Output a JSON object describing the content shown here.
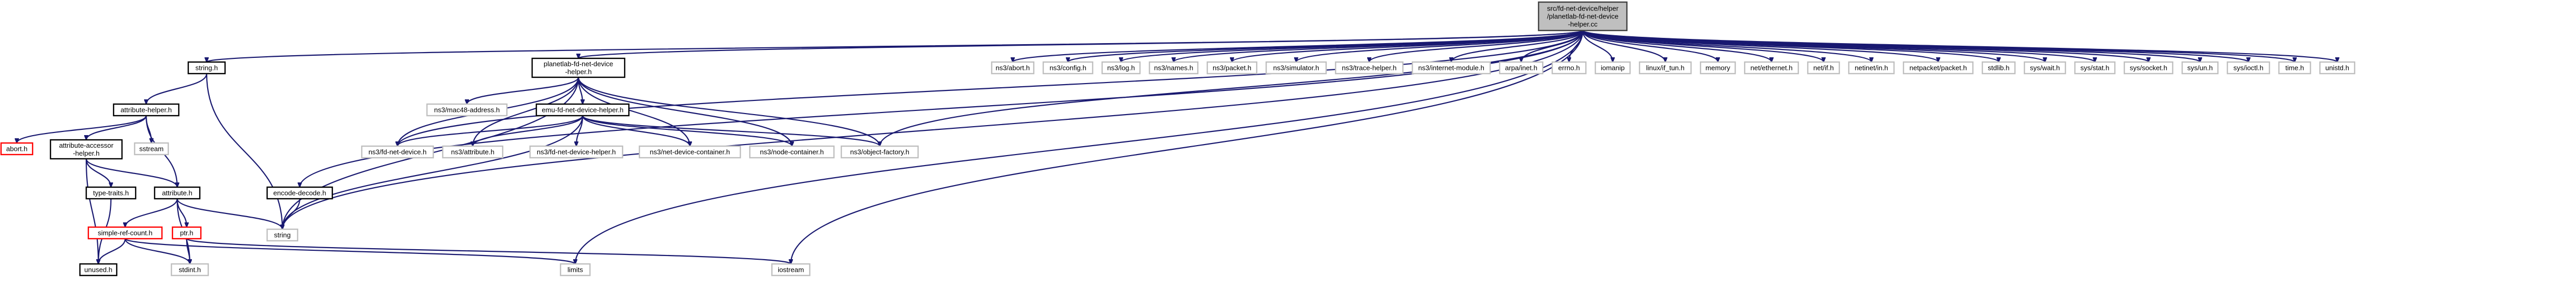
{
  "colors": {
    "edge": "#191970",
    "root_fill": "#bfbfbf",
    "root_stroke": "#404040",
    "normal_stroke": "#000000",
    "external_stroke": "#bfbfbf",
    "missing_stroke": "#ff0000",
    "node_fill": "#ffffff"
  },
  "nodes": {
    "root": [
      "src/fd-net-device/helper",
      "/planetlab-fd-net-device",
      "-helper.cc"
    ],
    "string_h": [
      "string.h"
    ],
    "planetlab_helper_h": [
      "planetlab-fd-net-device",
      "-helper.h"
    ],
    "ns3_abort_h": [
      "ns3/abort.h"
    ],
    "ns3_config_h": [
      "ns3/config.h"
    ],
    "ns3_log_h": [
      "ns3/log.h"
    ],
    "ns3_names_h": [
      "ns3/names.h"
    ],
    "ns3_packet_h": [
      "ns3/packet.h"
    ],
    "ns3_simulator_h": [
      "ns3/simulator.h"
    ],
    "ns3_trace_helper_h": [
      "ns3/trace-helper.h"
    ],
    "ns3_internet_module_h": [
      "ns3/internet-module.h"
    ],
    "arpa_inet_h": [
      "arpa/inet.h"
    ],
    "errno_h": [
      "errno.h"
    ],
    "iomanip": [
      "iomanip"
    ],
    "linux_if_tun_h": [
      "linux/if_tun.h"
    ],
    "memory": [
      "memory"
    ],
    "net_ethernet_h": [
      "net/ethernet.h"
    ],
    "net_if_h": [
      "net/if.h"
    ],
    "netinet_in_h": [
      "netinet/in.h"
    ],
    "netpacket_packet_h": [
      "netpacket/packet.h"
    ],
    "stdlib_h": [
      "stdlib.h"
    ],
    "sys_wait_h": [
      "sys/wait.h"
    ],
    "sys_stat_h": [
      "sys/stat.h"
    ],
    "sys_socket_h": [
      "sys/socket.h"
    ],
    "sys_un_h": [
      "sys/un.h"
    ],
    "sys_ioctl_h": [
      "sys/ioctl.h"
    ],
    "time_h": [
      "time.h"
    ],
    "unistd_h": [
      "unistd.h"
    ],
    "attribute_helper_h": [
      "attribute-helper.h"
    ],
    "abort_h": [
      "abort.h"
    ],
    "attribute_accessor_helper_h": [
      "attribute-accessor",
      "-helper.h"
    ],
    "sstream": [
      "sstream"
    ],
    "type_traits_h": [
      "type-traits.h"
    ],
    "attribute_h": [
      "attribute.h"
    ],
    "simple_ref_count_h": [
      "simple-ref-count.h"
    ],
    "ptr_h": [
      "ptr.h"
    ],
    "unused_h": [
      "unused.h"
    ],
    "stdint_h": [
      "stdint.h"
    ],
    "limits": [
      "limits"
    ],
    "iostream": [
      "iostream"
    ],
    "string": [
      "string"
    ],
    "encode_decode_h": [
      "encode-decode.h"
    ],
    "ns3_mac48_address_h": [
      "ns3/mac48-address.h"
    ],
    "emu_helper_h": [
      "emu-fd-net-device-helper.h"
    ],
    "ns3_fd_net_device_h": [
      "ns3/fd-net-device.h"
    ],
    "ns3_attribute_h": [
      "ns3/attribute.h"
    ],
    "fd_net_device_helper_h": [
      "ns3/fd-net-device-helper.h"
    ],
    "ns3_net_device_container_h": [
      "ns3/net-device-container.h"
    ],
    "ns3_node_container_h": [
      "ns3/node-container.h"
    ],
    "ns3_object_factory_h": [
      "ns3/object-factory.h"
    ]
  }
}
